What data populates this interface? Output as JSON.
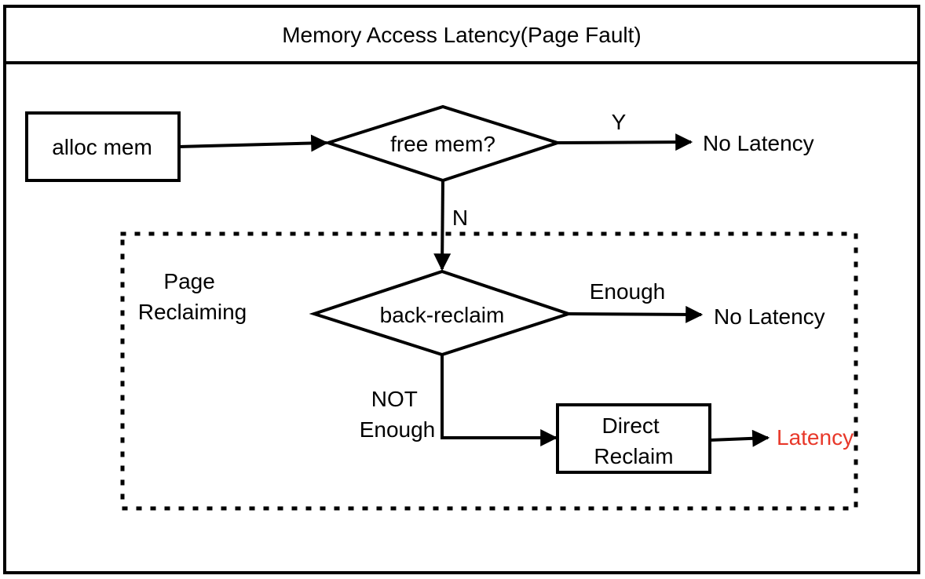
{
  "title": "Memory Access Latency(Page Fault)",
  "group_label": [
    "Page",
    "Reclaiming"
  ],
  "nodes": {
    "alloc": "alloc mem",
    "free_check": "free mem?",
    "back_reclaim": "back-reclaim",
    "direct_reclaim": [
      "Direct",
      "Reclaim"
    ]
  },
  "outcomes": {
    "no_latency_1": "No Latency",
    "no_latency_2": "No Latency",
    "latency": "Latency"
  },
  "edge_labels": {
    "yes": "Y",
    "no": "N",
    "enough": "Enough",
    "not_enough": [
      "NOT",
      "Enough"
    ]
  },
  "colors": {
    "latency": "#e8382a",
    "stroke": "#000000"
  }
}
